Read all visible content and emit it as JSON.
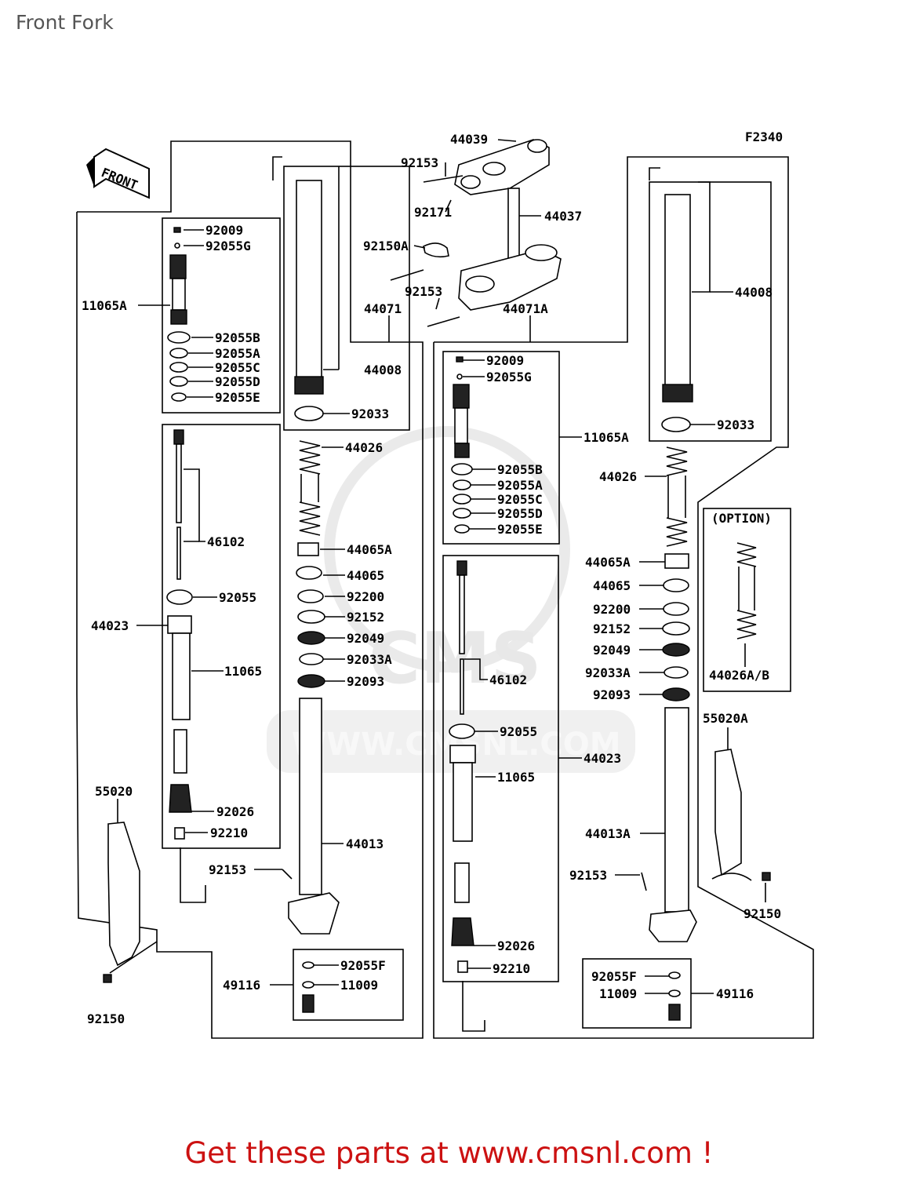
{
  "page": {
    "title": "Front Fork",
    "figure_code": "F2340",
    "front_label": "FRONT",
    "option_label": "(OPTION)",
    "cta": "Get these parts at www.cmsnl.com !"
  },
  "watermark": {
    "text": "CMS",
    "url": "WWW.CMSNL.COM"
  },
  "colors": {
    "title": "#555555",
    "cta": "#cc1111",
    "watermark": "#d9d9d9"
  },
  "labels": {
    "l44039": "44039",
    "l92153a": "92153",
    "l92171": "92171",
    "l44037": "44037",
    "l92150A": "92150A",
    "l92153b": "92153",
    "l44071": "44071",
    "l44071A": "44071A",
    "L92009": "92009",
    "L92055G": "92055G",
    "L11065A": "11065A",
    "L92055B": "92055B",
    "L92055A": "92055A",
    "L92055C": "92055C",
    "L92055D": "92055D",
    "L92055E": "92055E",
    "L46102": "46102",
    "L92055": "92055",
    "L44023": "44023",
    "L11065": "11065",
    "L92026": "92026",
    "L92210": "92210",
    "L44008": "44008",
    "L92033": "92033",
    "L44026": "44026",
    "L44065A": "44065A",
    "L44065": "44065",
    "L92200": "92200",
    "L92152": "92152",
    "L92049": "92049",
    "L92033A": "92033A",
    "L92093": "92093",
    "L44013": "44013",
    "L92153": "92153",
    "L55020": "55020",
    "L92150": "92150",
    "L92055F": "92055F",
    "L11009": "11009",
    "L49116": "49116",
    "R92009": "92009",
    "R92055G": "92055G",
    "R11065A": "11065A",
    "R92055B": "92055B",
    "R92055A": "92055A",
    "R92055C": "92055C",
    "R92055D": "92055D",
    "R92055E": "92055E",
    "R46102": "46102",
    "R92055": "92055",
    "R44023": "44023",
    "R11065": "11065",
    "R92026": "92026",
    "R92210": "92210",
    "R44008": "44008",
    "R92033": "92033",
    "R44026": "44026",
    "R44065A": "44065A",
    "R44065": "44065",
    "R92200": "92200",
    "R92152": "92152",
    "R92049": "92049",
    "R92033A": "92033A",
    "R92093": "92093",
    "R55020A": "55020A",
    "R44013A": "44013A",
    "R92153": "92153",
    "R92150": "92150",
    "R92055F": "92055F",
    "R11009": "11009",
    "R49116": "49116",
    "R44026AB": "44026A/B"
  }
}
